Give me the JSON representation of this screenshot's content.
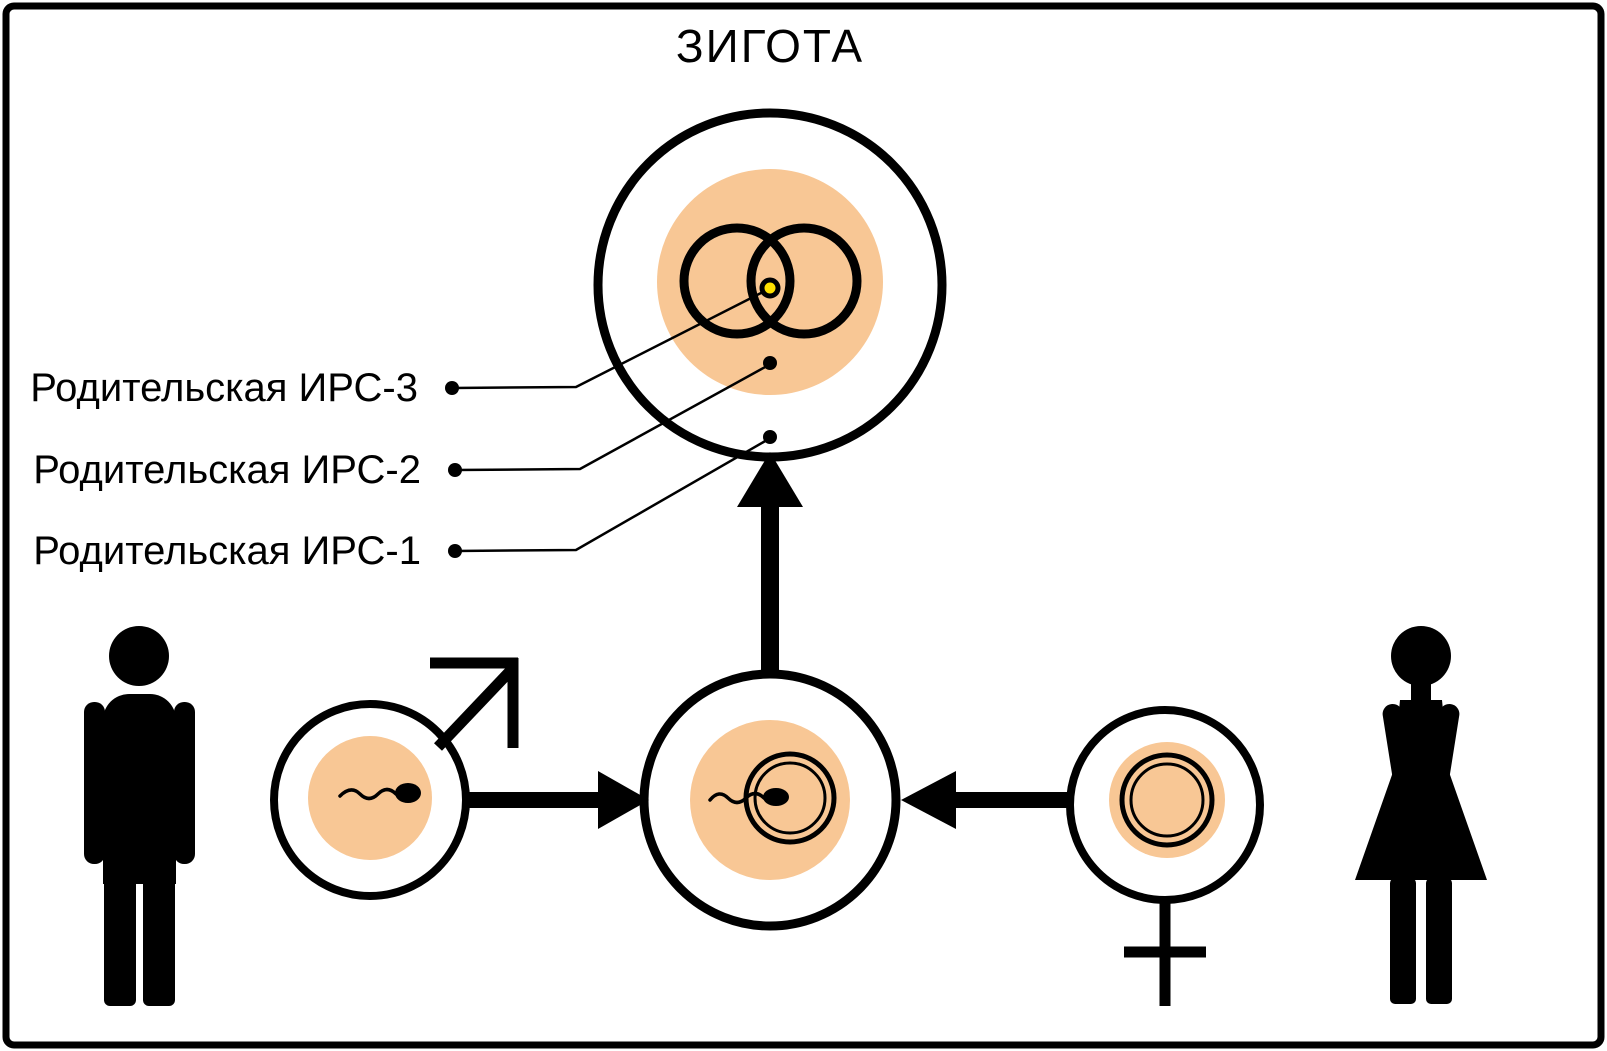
{
  "title": "ЗИГОТА",
  "labels": {
    "irs3": "Родительская ИРС-3",
    "irs2": "Родительская ИРС-2",
    "irs1": "Родительская ИРС-1"
  },
  "colors": {
    "cell_green": "#97e893",
    "cell_peach": "#f8c795",
    "nucleus_yellow": "#ffe000",
    "outline_black": "#000000",
    "background_white": "#ffffff"
  }
}
